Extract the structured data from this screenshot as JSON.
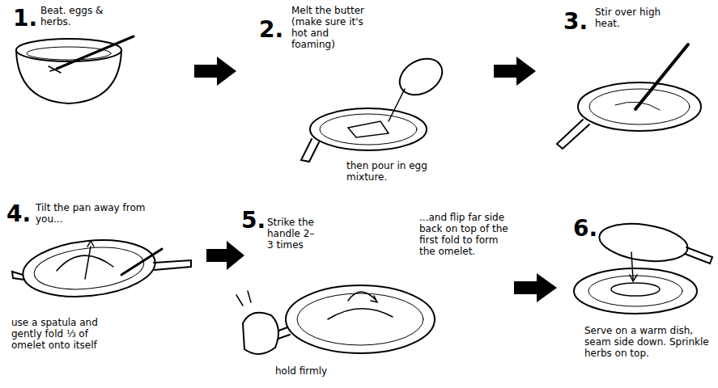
{
  "diagram": {
    "labels": [
      "1.",
      "Beat. eggs & herbs.",
      "2.",
      "Melt the butter (make sure it's hot and foaming)",
      "then pour in egg mixture.",
      "3.",
      "Stir over high heat.",
      "4.",
      "Tilt the pan away from you...",
      "use a spatula and gently fold ⅓ of omelet onto itself",
      "5.",
      "Strike the handle 2–3 times",
      "hold firmly",
      "...and flip far side back on top of the first fold to form the omelet.",
      "6.",
      "Serve on a warm dish, seam side down. Sprinkle herbs on top."
    ]
  }
}
